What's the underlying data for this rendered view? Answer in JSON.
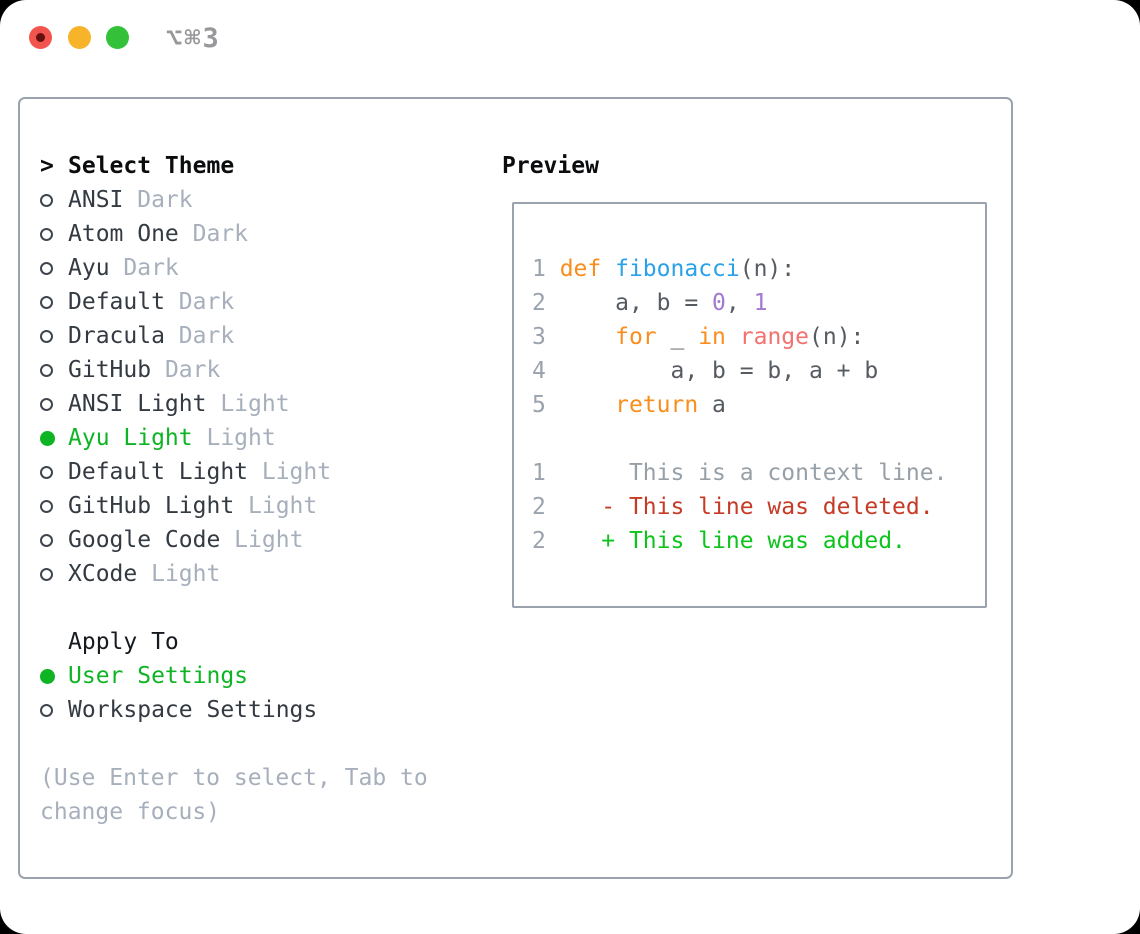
{
  "window": {
    "title": "⌥⌘3",
    "traffic_lights": [
      {
        "name": "close-button",
        "color": "#f2544e",
        "dot": "#63100e"
      },
      {
        "name": "minimize-button",
        "color": "#f7b42a",
        "dot": null
      },
      {
        "name": "zoom-button",
        "color": "#32c138",
        "dot": null
      }
    ]
  },
  "palette": {
    "panel_border": "#9aa2ad",
    "title_gray": "#98989c",
    "header_black": "#0a0c0e",
    "text_dark": "#343a41",
    "text_muted": "#a6afbb",
    "green_selected": "#0fb424",
    "radio_outline": "#3f464e",
    "num": "#9aa3ad",
    "plain": "#565b62",
    "keyword": "#f98d1e",
    "function": "#2aa1e8",
    "call": "#f3716f",
    "number": "#a378cf",
    "ctx": "#979fa7",
    "del": "#c53b26",
    "add": "#0ec41c"
  },
  "theme_list": {
    "focus_marker": ">",
    "header": "Select Theme",
    "items": [
      {
        "name": "ANSI",
        "variant": "Dark",
        "selected": false
      },
      {
        "name": "Atom One",
        "variant": "Dark",
        "selected": false
      },
      {
        "name": "Ayu",
        "variant": "Dark",
        "selected": false
      },
      {
        "name": "Default",
        "variant": "Dark",
        "selected": false
      },
      {
        "name": "Dracula",
        "variant": "Dark",
        "selected": false
      },
      {
        "name": "GitHub",
        "variant": "Dark",
        "selected": false
      },
      {
        "name": "ANSI Light",
        "variant": "Light",
        "selected": false
      },
      {
        "name": "Ayu Light",
        "variant": "Light",
        "selected": true
      },
      {
        "name": "Default Light",
        "variant": "Light",
        "selected": false
      },
      {
        "name": "GitHub Light",
        "variant": "Light",
        "selected": false
      },
      {
        "name": "Google Code",
        "variant": "Light",
        "selected": false
      },
      {
        "name": "XCode",
        "variant": "Light",
        "selected": false
      }
    ]
  },
  "apply_to": {
    "header": "Apply To",
    "options": [
      {
        "label": "User Settings",
        "selected": true
      },
      {
        "label": "Workspace Settings",
        "selected": false
      }
    ]
  },
  "hint_lines": [
    "(Use Enter to select, Tab to",
    "change focus)"
  ],
  "preview": {
    "header": "Preview",
    "lines": [
      {
        "tokens": [
          {
            "t": "1 ",
            "c": "num"
          },
          {
            "t": "def",
            "c": "keyword"
          },
          {
            "t": " ",
            "c": "plain"
          },
          {
            "t": "fibonacci",
            "c": "function"
          },
          {
            "t": "(n):",
            "c": "plain"
          }
        ]
      },
      {
        "tokens": [
          {
            "t": "2 ",
            "c": "num"
          },
          {
            "t": "    a, b = ",
            "c": "plain"
          },
          {
            "t": "0",
            "c": "number"
          },
          {
            "t": ", ",
            "c": "plain"
          },
          {
            "t": "1",
            "c": "number"
          }
        ]
      },
      {
        "tokens": [
          {
            "t": "3 ",
            "c": "num"
          },
          {
            "t": "    ",
            "c": "plain"
          },
          {
            "t": "for",
            "c": "keyword"
          },
          {
            "t": " _ ",
            "c": "plain"
          },
          {
            "t": "in",
            "c": "keyword"
          },
          {
            "t": " ",
            "c": "plain"
          },
          {
            "t": "range",
            "c": "call"
          },
          {
            "t": "(n):",
            "c": "plain"
          }
        ]
      },
      {
        "tokens": [
          {
            "t": "4 ",
            "c": "num"
          },
          {
            "t": "        a, b = b, a + b",
            "c": "plain"
          }
        ]
      },
      {
        "tokens": [
          {
            "t": "5 ",
            "c": "num"
          },
          {
            "t": "    ",
            "c": "plain"
          },
          {
            "t": "return",
            "c": "keyword"
          },
          {
            "t": " a",
            "c": "plain"
          }
        ]
      },
      {
        "tokens": []
      },
      {
        "tokens": [
          {
            "t": "1",
            "c": "num"
          },
          {
            "t": "      This is a context line.",
            "c": "ctx"
          }
        ]
      },
      {
        "tokens": [
          {
            "t": "2",
            "c": "num"
          },
          {
            "t": "    ",
            "c": "plain"
          },
          {
            "t": "- This line was deleted.",
            "c": "del"
          }
        ]
      },
      {
        "tokens": [
          {
            "t": "2",
            "c": "num"
          },
          {
            "t": "    ",
            "c": "plain"
          },
          {
            "t": "+ This line was added.",
            "c": "add"
          }
        ]
      }
    ]
  }
}
